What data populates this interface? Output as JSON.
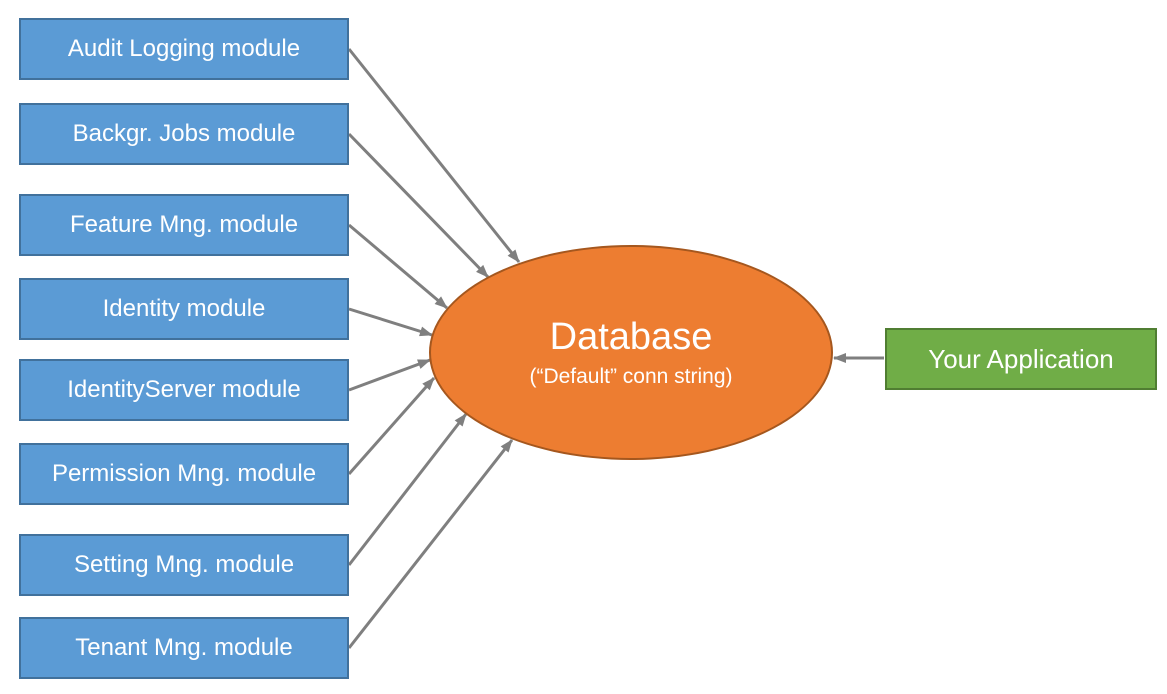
{
  "modules": [
    {
      "label": "Audit Logging module"
    },
    {
      "label": "Backgr. Jobs module"
    },
    {
      "label": "Feature Mng. module"
    },
    {
      "label": "Identity module"
    },
    {
      "label": "IdentityServer module"
    },
    {
      "label": "Permission Mng. module"
    },
    {
      "label": "Setting Mng. module"
    },
    {
      "label": "Tenant Mng. module"
    }
  ],
  "database": {
    "title": "Database",
    "subtitle": "(“Default” conn string)"
  },
  "application": {
    "label": "Your Application"
  },
  "edges": [
    {
      "from": "Audit Logging module",
      "to": "Database"
    },
    {
      "from": "Backgr. Jobs module",
      "to": "Database"
    },
    {
      "from": "Feature Mng. module",
      "to": "Database"
    },
    {
      "from": "Identity module",
      "to": "Database"
    },
    {
      "from": "IdentityServer module",
      "to": "Database"
    },
    {
      "from": "Permission Mng. module",
      "to": "Database"
    },
    {
      "from": "Setting Mng. module",
      "to": "Database"
    },
    {
      "from": "Tenant Mng. module",
      "to": "Database"
    },
    {
      "from": "Your Application",
      "to": "Database"
    }
  ],
  "colors": {
    "module_fill": "#5B9BD5",
    "module_border": "#41719C",
    "database_fill": "#ED7D31",
    "database_border": "#A5571E",
    "application_fill": "#70AD47",
    "application_border": "#507E32",
    "arrow": "#7F7F7F",
    "label_text": "#FFFFFF"
  }
}
